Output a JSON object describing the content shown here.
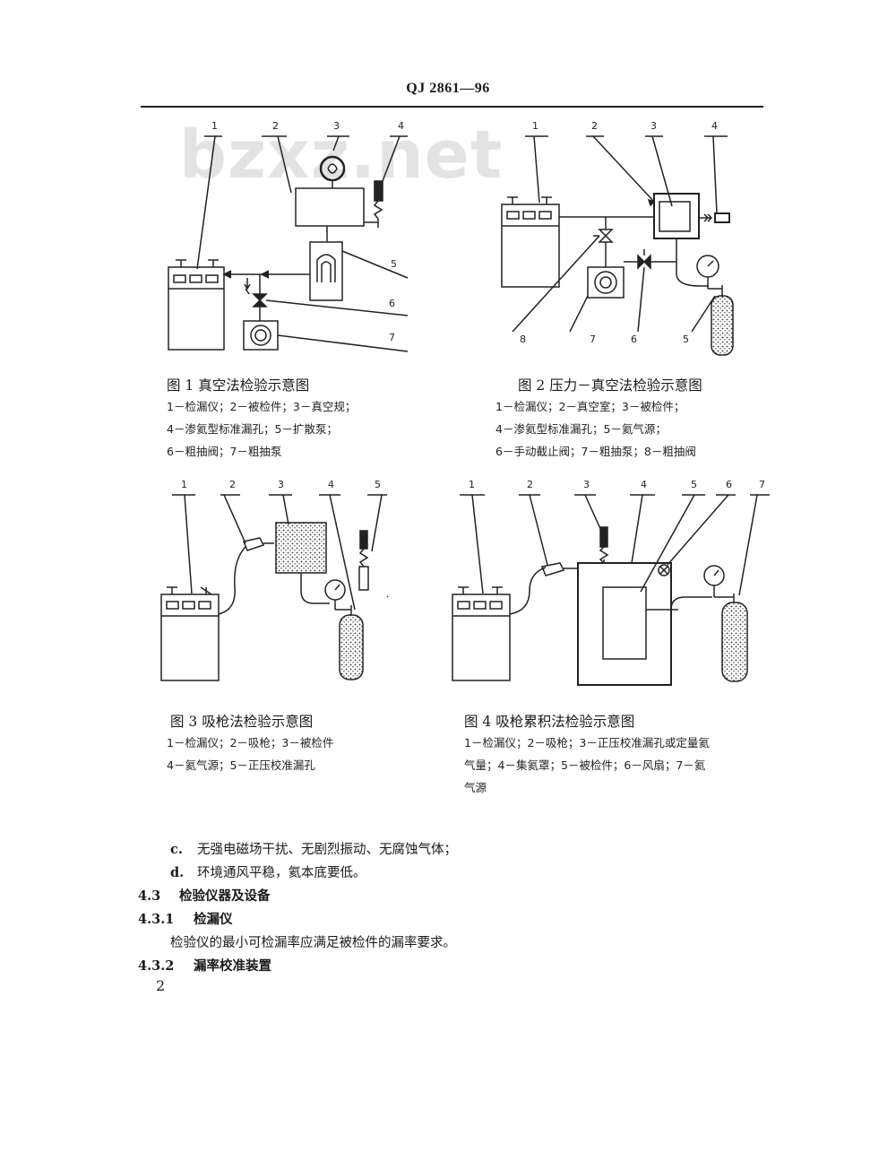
{
  "header": {
    "doc_id": "QJ 2861—96"
  },
  "watermark": "bzxz.net",
  "figures": [
    {
      "number_labels": [
        "1",
        "2",
        "3",
        "4",
        "5",
        "6",
        "7"
      ],
      "caption": "图 1   真空法检验示意图",
      "legend": [
        "1－检漏仪；2－被检件；3－真空规；",
        "4－渗氦型标准漏孔；5－扩散泵；",
        "6－粗抽阀；7－粗抽泵"
      ]
    },
    {
      "number_labels": [
        "1",
        "2",
        "3",
        "4",
        "5",
        "6",
        "7",
        "8"
      ],
      "caption": "图 2   压力－真空法检验示意图",
      "legend": [
        "1－检漏仪；2－真空室；3－被检件；",
        "4－渗氦型标准漏孔；5－氦气源；",
        "6－手动截止阀；7－粗抽泵；8－粗抽阀"
      ]
    },
    {
      "number_labels": [
        "1",
        "2",
        "3",
        "4",
        "5"
      ],
      "caption": "图 3   吸枪法检验示意图",
      "legend": [
        "1－检漏仪；2－吸枪；3－被检件",
        "4－氦气源；5－正压校准漏孔"
      ]
    },
    {
      "number_labels": [
        "1",
        "2",
        "3",
        "4",
        "5",
        "6",
        "7"
      ],
      "caption": "图 4   吸枪累积法检验示意图",
      "legend": [
        "1－检漏仪；2－吸枪；3－正压校准漏孔或定量氦",
        "气量；4－集氦罩；5－被检件；6－风扇；7－氦",
        "气源"
      ]
    }
  ],
  "body": {
    "item_c_mark": "c.",
    "item_c_text": "无强电磁场干扰、无剧烈振动、无腐蚀气体；",
    "item_d_mark": "d.",
    "item_d_text": "环境通风平稳，氦本底要低。",
    "sec_433_num": "4.3",
    "sec_433_title": "检验仪器及设备",
    "sec_4331_num": "4.3.1",
    "sec_4331_title": "检漏仪",
    "para_4331": "检验仪的最小可检漏率应满足被检件的漏率要求。",
    "sec_4332_num": "4.3.2",
    "sec_4332_title": "漏率校准装置"
  },
  "page_number": "2"
}
